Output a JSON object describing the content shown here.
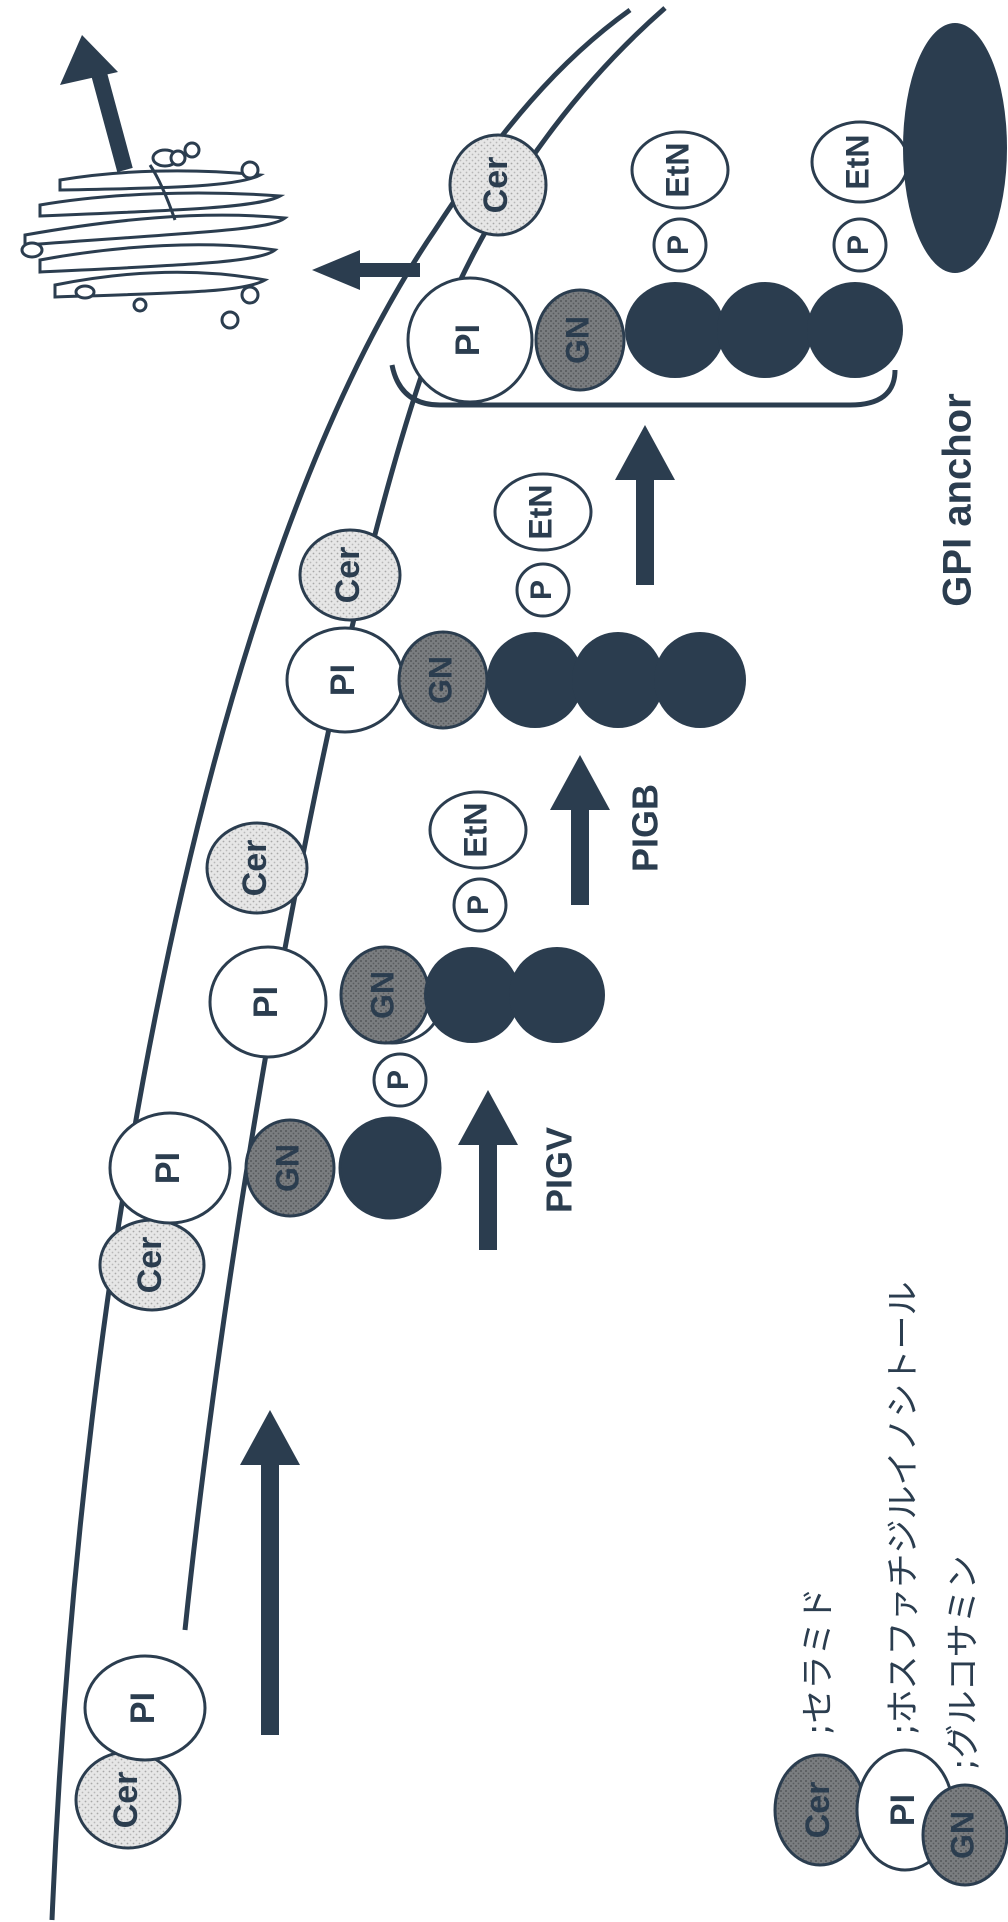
{
  "colors": {
    "ink": "#2b3d4f",
    "membrane": "#2b3d4f",
    "cer_fill": "#e4e4e4",
    "gn_fill": "#6e7276",
    "sugar_fill": "#2b3d4f",
    "white": "#ffffff"
  },
  "labels": {
    "cer": "Cer",
    "pi": "PI",
    "gn": "GN",
    "p": "P",
    "etn": "EtN",
    "pigv": "PIGV",
    "pigb": "PIGB",
    "gpi_anchor": "GPI anchor"
  },
  "legend": {
    "cer_desc": ";セラミド",
    "pi_desc": ";ホスファチジルイノシトール",
    "gn_desc": ";グルコサミン"
  }
}
